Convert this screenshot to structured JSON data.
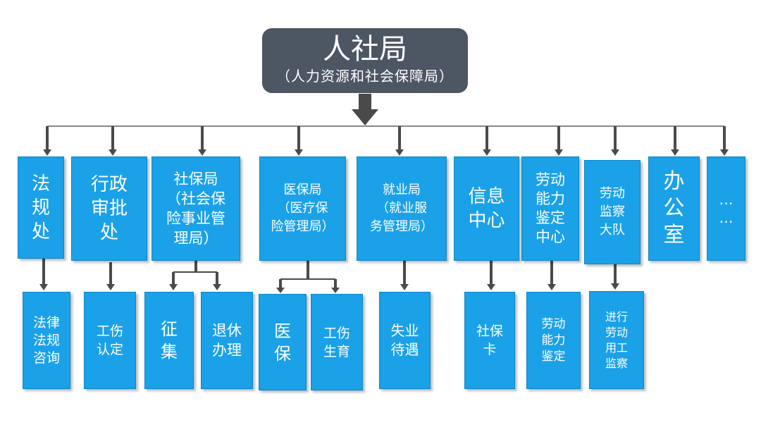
{
  "root": {
    "title": "人社局",
    "subtitle": "（人力资源和社会保障局）"
  },
  "departments": [
    {
      "label": "法\n规\n处"
    },
    {
      "label": "行政\n审批\n处"
    },
    {
      "label": "社保局\n（社会保\n险事业管\n理局）"
    },
    {
      "label": "医保局\n（医疗保\n险管理局）"
    },
    {
      "label": "就业局\n（就业服\n务管理局）"
    },
    {
      "label": "信息\n中心"
    },
    {
      "label": "劳动\n能力\n鉴定\n中心"
    },
    {
      "label": "劳动\n监察\n大队"
    },
    {
      "label": "办\n公\n室"
    },
    {
      "label": "…\n…"
    }
  ],
  "sub_units": [
    {
      "label": "法律\n法规\n咨询"
    },
    {
      "label": "工伤\n认定"
    },
    {
      "label": "征\n集"
    },
    {
      "label": "退休\n办理"
    },
    {
      "label": "医\n保"
    },
    {
      "label": "工伤\n生育"
    },
    {
      "label": "失业\n待遇"
    },
    {
      "label": "社保\n卡"
    },
    {
      "label": "劳动\n能力\n鉴定"
    },
    {
      "label": "进行\n劳动\n用工\n监察"
    }
  ],
  "colors": {
    "root_bg": "#4d5663",
    "box_bg": "#1aa1e8",
    "connector": "#4a4a4a"
  }
}
